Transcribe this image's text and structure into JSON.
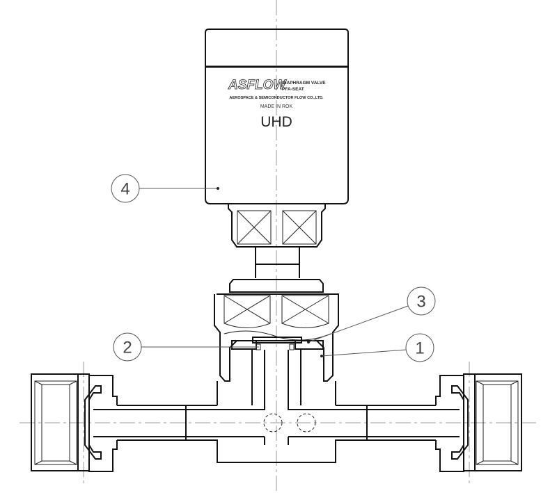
{
  "label": {
    "brand": "ASFLOW",
    "product": "DIAPHRAGM VALVE",
    "seat": "PFA-SEAT",
    "company": "AEROSPACE & SEMICONDUCTOR FLOW CO.,LTD.",
    "origin": "MADE IN ROK",
    "model": "UHD"
  },
  "callouts": [
    {
      "number": "1"
    },
    {
      "number": "2"
    },
    {
      "number": "3"
    },
    {
      "number": "4"
    }
  ]
}
